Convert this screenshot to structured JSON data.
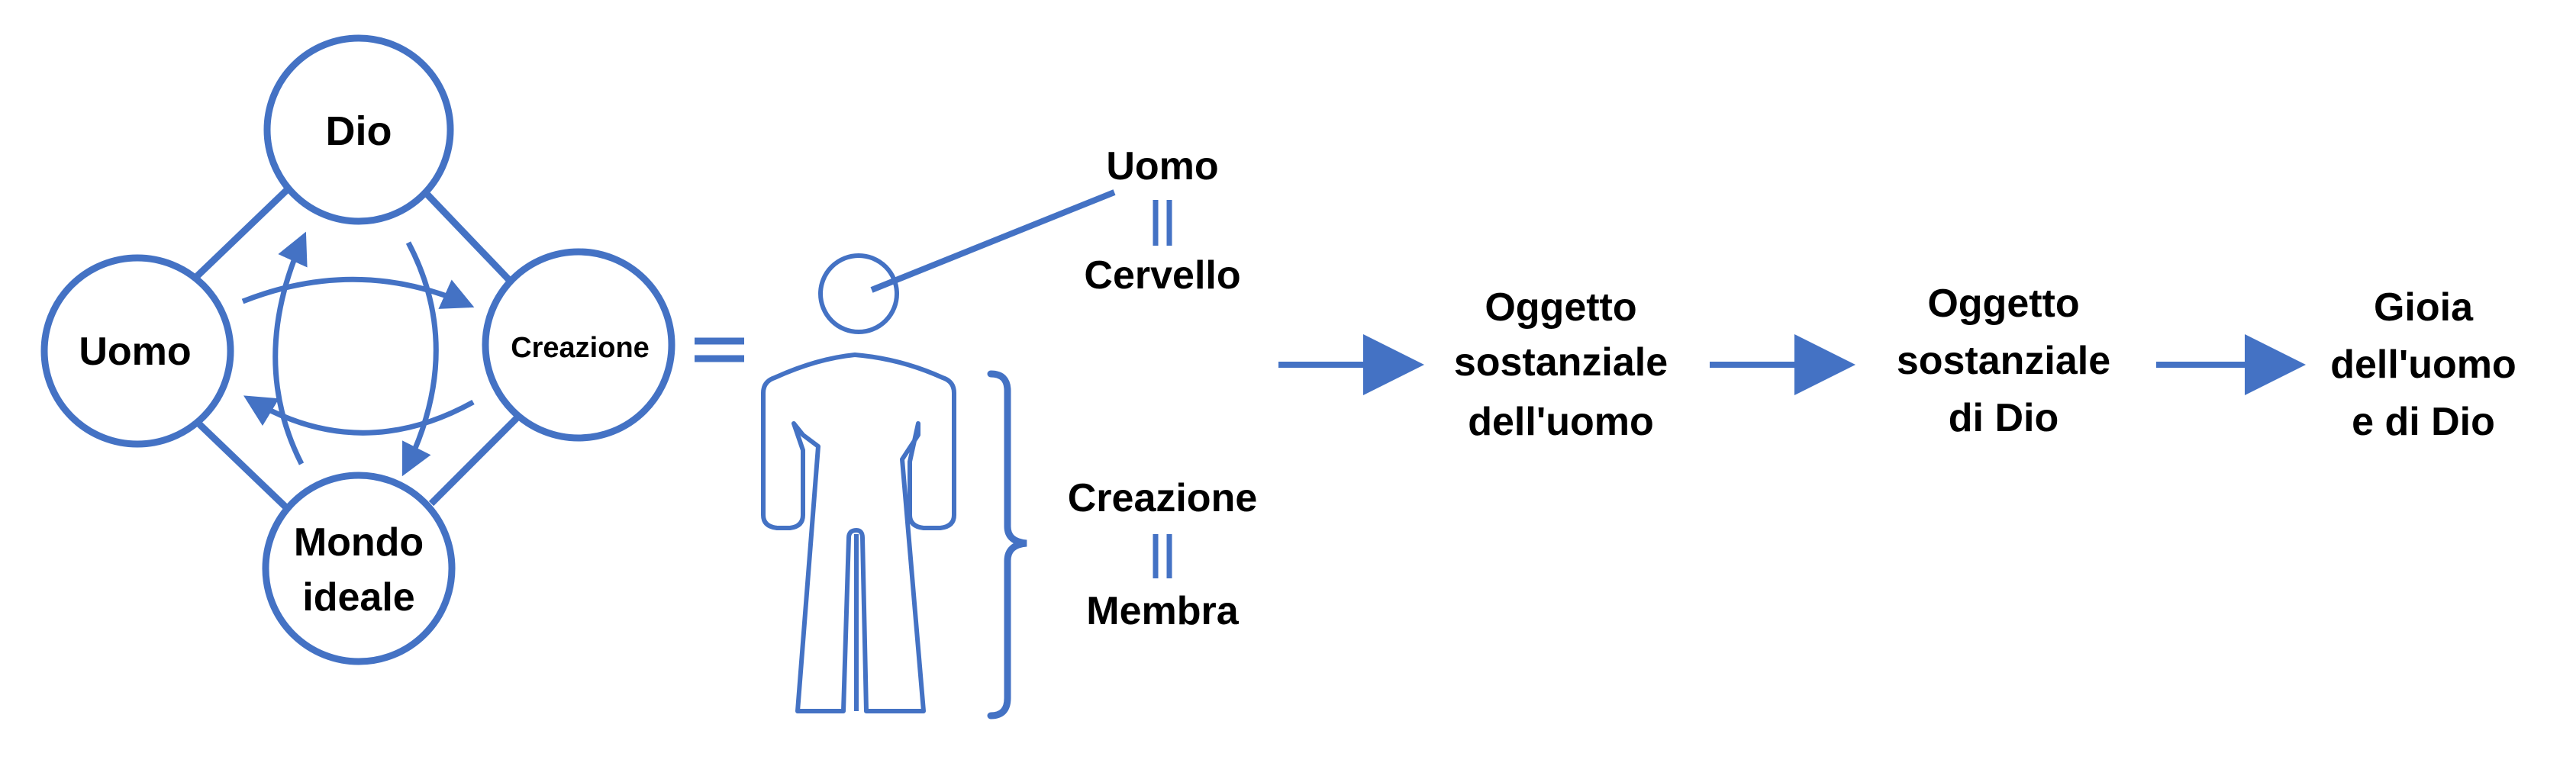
{
  "colors": {
    "stroke": "#4472c4",
    "text": "#000000",
    "background": "#ffffff"
  },
  "cycle": {
    "top": "Dio",
    "left": "Uomo",
    "right": "Creazione",
    "bottom": [
      "Mondo",
      "ideale"
    ]
  },
  "equals": "=",
  "human": {
    "head_label": "Uomo",
    "head_equiv": "Cervello",
    "body_label": "Creazione",
    "body_equiv": "Membra"
  },
  "flow": [
    [
      "Oggetto",
      "sostanziale",
      "dell'uomo"
    ],
    [
      "Oggetto",
      "sostanziale",
      "di Dio"
    ],
    [
      "Gioia",
      "dell'uomo",
      "e di Dio"
    ]
  ]
}
